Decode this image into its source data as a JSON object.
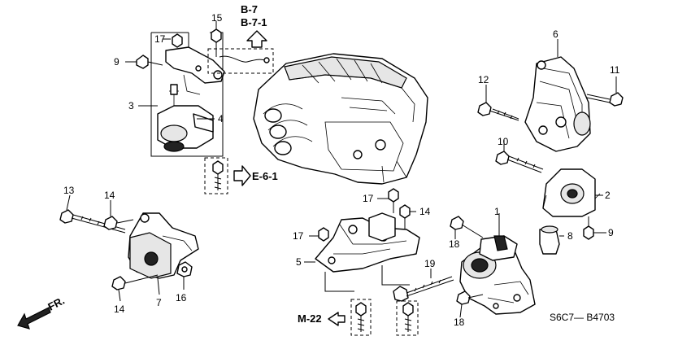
{
  "diagram": {
    "callouts": [
      {
        "key": "c1",
        "text": "1"
      },
      {
        "key": "c2",
        "text": "2"
      },
      {
        "key": "c3",
        "text": "3"
      },
      {
        "key": "c4",
        "text": "4"
      },
      {
        "key": "c5",
        "text": "5"
      },
      {
        "key": "c6",
        "text": "6"
      },
      {
        "key": "c7",
        "text": "7"
      },
      {
        "key": "c8",
        "text": "8"
      },
      {
        "key": "c9a",
        "text": "9"
      },
      {
        "key": "c9b",
        "text": "9"
      },
      {
        "key": "c10",
        "text": "10"
      },
      {
        "key": "c11",
        "text": "11"
      },
      {
        "key": "c12",
        "text": "12"
      },
      {
        "key": "c13",
        "text": "13"
      },
      {
        "key": "c14a",
        "text": "14"
      },
      {
        "key": "c14b",
        "text": "14"
      },
      {
        "key": "c14c",
        "text": "14"
      },
      {
        "key": "c15",
        "text": "15"
      },
      {
        "key": "c16",
        "text": "16"
      },
      {
        "key": "c17a",
        "text": "17"
      },
      {
        "key": "c17b",
        "text": "17"
      },
      {
        "key": "c17c",
        "text": "17"
      },
      {
        "key": "c18a",
        "text": "18"
      },
      {
        "key": "c18b",
        "text": "18"
      },
      {
        "key": "c19",
        "text": "19"
      }
    ],
    "references": {
      "b7": "B-7",
      "b71": "B-7-1",
      "e61": "E-6-1",
      "m22": "M-22"
    },
    "front_label": "FR.",
    "diagram_code": "S6C7— B4703"
  }
}
